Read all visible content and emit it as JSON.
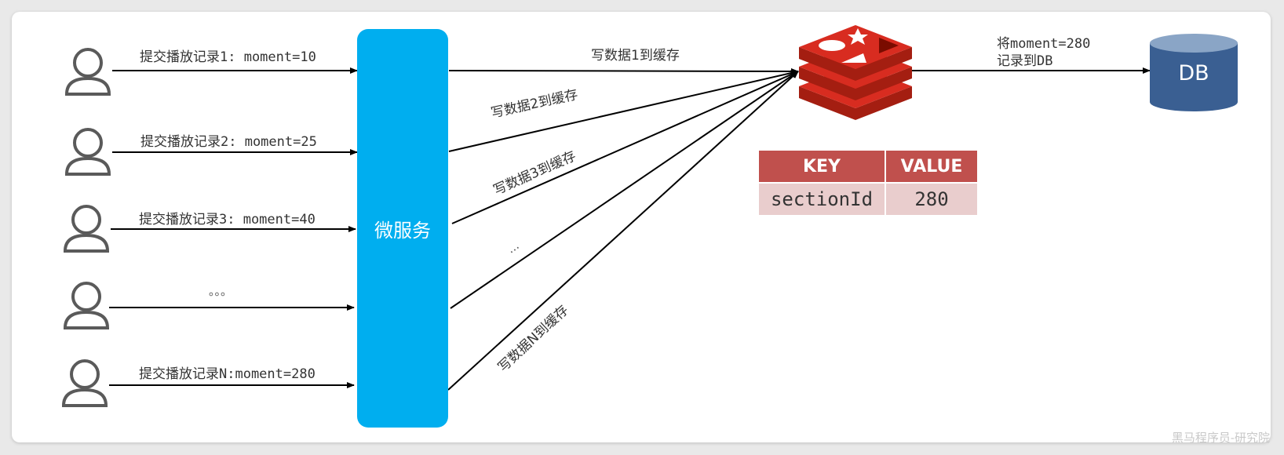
{
  "users": [
    {
      "label": "提交播放记录1: moment=10"
    },
    {
      "label": "提交播放记录2: moment=25"
    },
    {
      "label": "提交播放记录3: moment=40"
    },
    {
      "label": "。。。"
    },
    {
      "label": "提交播放记录N:moment=280"
    }
  ],
  "service": {
    "label": "微服务"
  },
  "writes": [
    {
      "label": "写数据1到缓存"
    },
    {
      "label": "写数据2到缓存"
    },
    {
      "label": "写数据3到缓存"
    },
    {
      "label": "..."
    },
    {
      "label": "写数据N到缓存"
    }
  ],
  "redis": {
    "icon": "redis-logo-icon",
    "color": "#d82c20"
  },
  "kv_table": {
    "headers": {
      "key": "KEY",
      "value": "VALUE"
    },
    "row": {
      "key": "sectionId",
      "value": "280"
    }
  },
  "db_note": {
    "line1": "将moment=280",
    "line2": "记录到DB"
  },
  "db": {
    "label": "DB",
    "color": "#3a5f92"
  },
  "watermark": "黑马程序员-研究院"
}
